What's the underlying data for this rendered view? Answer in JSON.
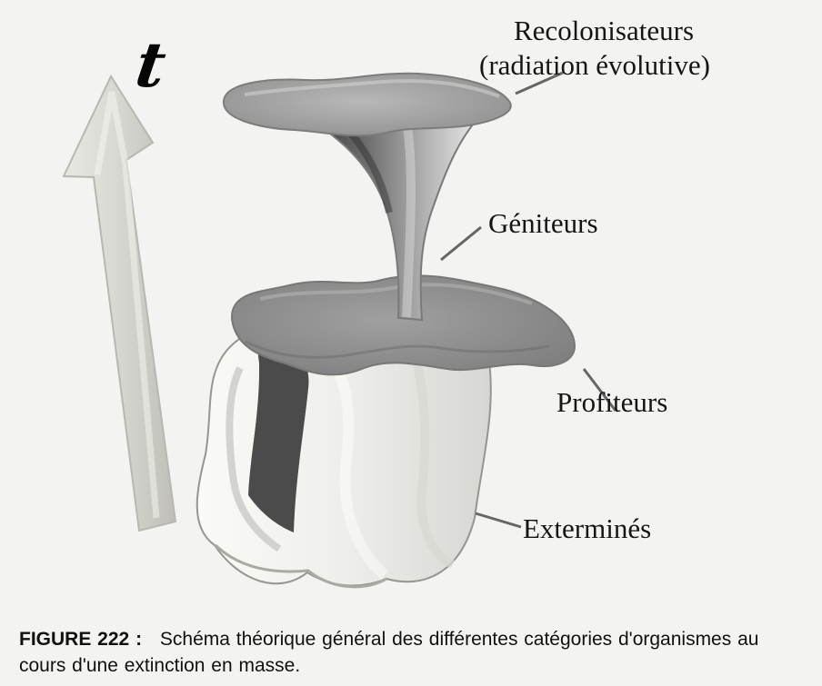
{
  "diagram": {
    "time_symbol": "t",
    "labels": {
      "recolonisers_line1": "Recolonisateurs",
      "recolonisers_line2": "(radiation évolutive)",
      "progenitors": "Géniteurs",
      "beneficiaries": "Profiteurs",
      "exterminated": "Exterminés"
    },
    "colors": {
      "background": "#f3f3f1",
      "arrow": "#d6d6d0",
      "exterminated_light": "#f1f1ed",
      "exterminated_dark": "#3d3d3d",
      "profiteers": "#8d8d8d",
      "recolonisers": "#aaaaaa"
    }
  },
  "caption": {
    "number": "FIGURE 222",
    "colon": ":",
    "text": "Schéma théorique général des différentes catégories d'organismes au cours d'une extinction en masse."
  }
}
